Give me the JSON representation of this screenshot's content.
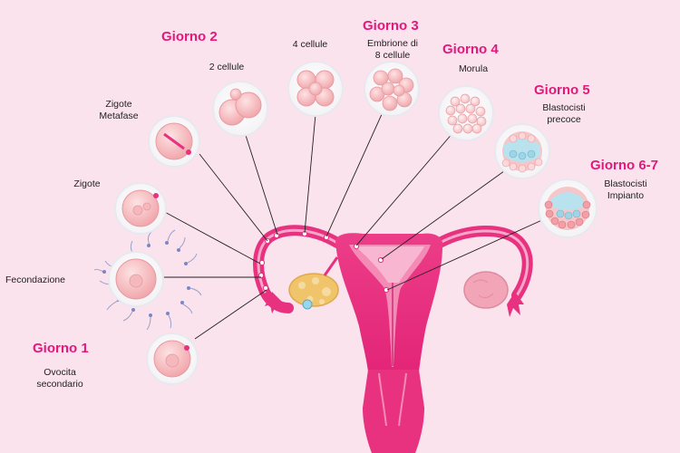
{
  "palette": {
    "background": "#fbe3ee",
    "accent": "#e2197b",
    "uterus": "#e8317f",
    "uterus_light": "#f38bb6",
    "ovary": "#f2a5b6",
    "cell": "#f6c2c6",
    "blastocoel": "#b8e2ee",
    "line": "#222222"
  },
  "days": {
    "day1": "Giorno 1",
    "day2": "Giorno 2",
    "day3": "Giorno 3",
    "day4": "Giorno 4",
    "day5": "Giorno 5",
    "day67": "Giorno 6-7"
  },
  "stages": {
    "oocyte": [
      "Ovocita",
      "secondario"
    ],
    "fertilization": "Fecondazione",
    "zygote": "Zigote",
    "zygote_metaphase": [
      "Zigote",
      "Metafase"
    ],
    "two_cells": "2 cellule",
    "four_cells": "4 cellule",
    "eight_cells": [
      "Embrione di",
      "8 cellule"
    ],
    "morula": "Morula",
    "early_blastocyst": [
      "Blastocisti",
      "precoce"
    ],
    "implant_blastocyst": [
      "Blastocisti",
      "Impianto"
    ]
  }
}
